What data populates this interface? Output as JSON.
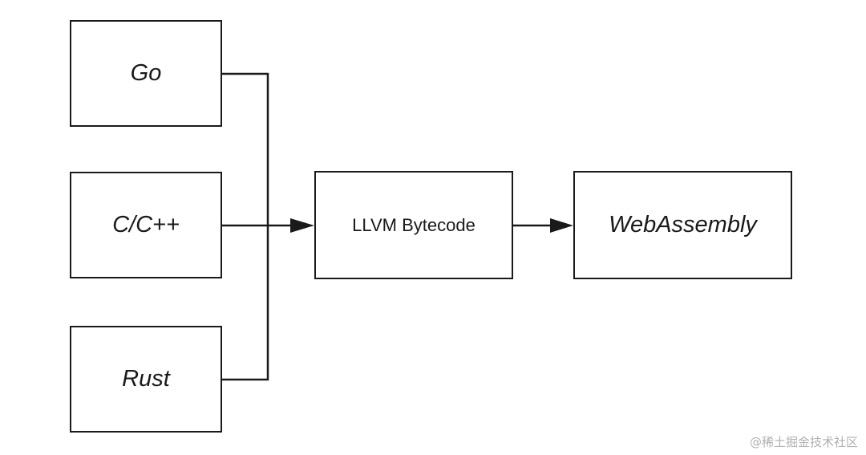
{
  "diagram": {
    "sources": [
      {
        "id": "go",
        "label": "Go"
      },
      {
        "id": "c",
        "label": "C/C++"
      },
      {
        "id": "rust",
        "label": "Rust"
      }
    ],
    "intermediate": {
      "id": "llvm",
      "label": "LLVM Bytecode"
    },
    "target": {
      "id": "wasm",
      "label": "WebAssembly"
    },
    "edges": [
      {
        "from": "go",
        "to": "llvm"
      },
      {
        "from": "c",
        "to": "llvm"
      },
      {
        "from": "rust",
        "to": "llvm"
      },
      {
        "from": "llvm",
        "to": "wasm"
      }
    ]
  },
  "watermark": "@稀土掘金技术社区",
  "colors": {
    "stroke": "#1a1a1a",
    "background": "#ffffff",
    "watermark": "#b0b0b0"
  }
}
